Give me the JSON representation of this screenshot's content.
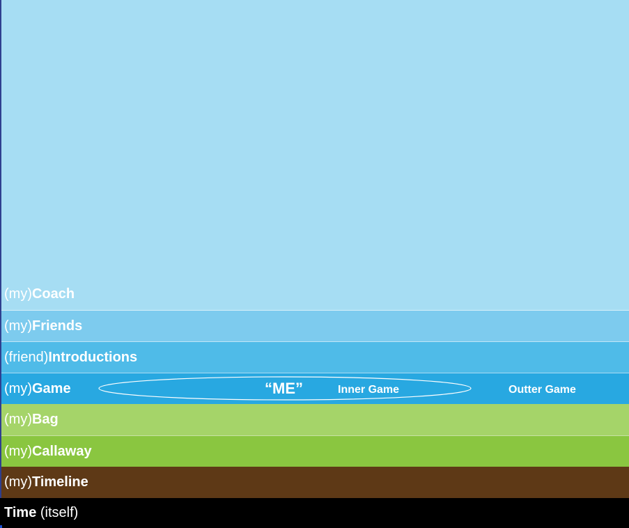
{
  "colors": {
    "sky": "#a6ddf3",
    "coach": "#a6ddf3",
    "friends": "#7dcbee",
    "introductions": "#4fbbe8",
    "game": "#28a8e1",
    "bag": "#a5d469",
    "callaway": "#8ac640",
    "timeline": "#5e3916",
    "time": "#000000",
    "text": "#ffffff"
  },
  "layers": [
    {
      "id": "coach",
      "prefix": "(my)",
      "name": "Coach"
    },
    {
      "id": "friends",
      "prefix": "(my)",
      "name": "Friends"
    },
    {
      "id": "introductions",
      "prefix": "(friend)",
      "name": "Introductions"
    },
    {
      "id": "game",
      "prefix": "(my)",
      "name": "Game"
    },
    {
      "id": "bag",
      "prefix": "(my)",
      "name": "Bag"
    },
    {
      "id": "callaway",
      "prefix": "(my)",
      "name": "Callaway"
    },
    {
      "id": "timeline",
      "prefix": "(my)",
      "name": "Timeline"
    }
  ],
  "time_layer": {
    "name": "Time",
    "suffix": " (itself)"
  },
  "game_details": {
    "me": "“ME”",
    "inner": "Inner Game",
    "outer": "Outter Game"
  }
}
